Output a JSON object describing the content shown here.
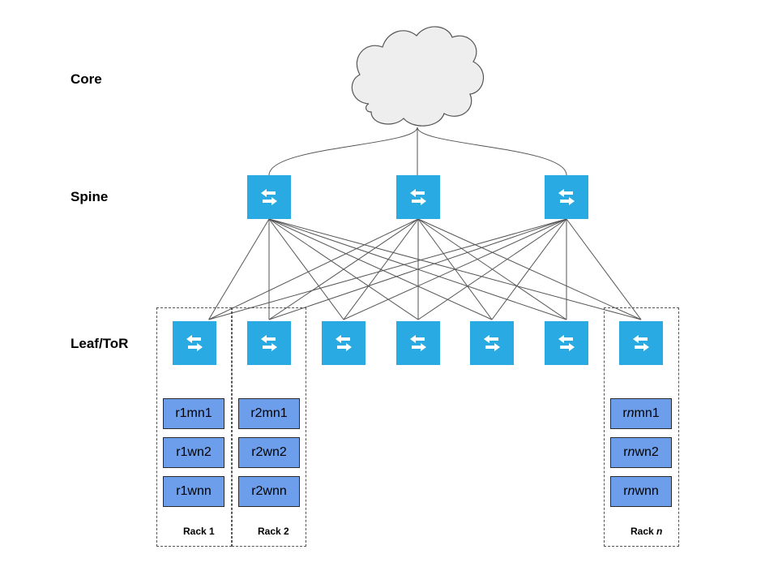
{
  "tiers": {
    "core": "Core",
    "spine": "Spine",
    "leaf": "Leaf/ToR"
  },
  "core": {
    "icon": "cloud-icon",
    "fill": "#eeeeee",
    "stroke": "#555555"
  },
  "spine_switches": [
    {
      "icon": "switch-arrows-icon"
    },
    {
      "icon": "switch-arrows-icon"
    },
    {
      "icon": "switch-arrows-icon"
    }
  ],
  "leaf_switches": [
    {
      "icon": "switch-arrows-icon"
    },
    {
      "icon": "switch-arrows-icon"
    },
    {
      "icon": "switch-arrows-icon"
    },
    {
      "icon": "switch-arrows-icon"
    },
    {
      "icon": "switch-arrows-icon"
    },
    {
      "icon": "switch-arrows-icon"
    },
    {
      "icon": "switch-arrows-icon"
    }
  ],
  "racks": [
    {
      "label": "Rack 1",
      "label_prefix": "Rack",
      "label_suffix": "1",
      "nodes": [
        {
          "pre": "r1mn1",
          "mid": "",
          "post": ""
        },
        {
          "pre": "r1wn2",
          "mid": "",
          "post": ""
        },
        {
          "pre": "r1wnn",
          "mid": "",
          "post": ""
        }
      ]
    },
    {
      "label": "Rack 2",
      "label_prefix": "Rack",
      "label_suffix": "2",
      "nodes": [
        {
          "pre": "r2mn1",
          "mid": "",
          "post": ""
        },
        {
          "pre": "r2wn2",
          "mid": "",
          "post": ""
        },
        {
          "pre": "r2wnn",
          "mid": "",
          "post": ""
        }
      ]
    },
    {
      "label": "Rack n",
      "label_prefix": "Rack",
      "label_suffix": "n",
      "nodes": [
        {
          "pre": "r",
          "mid": "n",
          "post": "mn1"
        },
        {
          "pre": "r",
          "mid": "n",
          "post": "wn2"
        },
        {
          "pre": "r",
          "mid": "n",
          "post": "wnn"
        }
      ]
    }
  ],
  "colors": {
    "switch": "#29aae2",
    "node_fill": "#6d9eeb",
    "node_border": "#2b2b2b",
    "link": "#555555",
    "rack_border": "#555555"
  }
}
